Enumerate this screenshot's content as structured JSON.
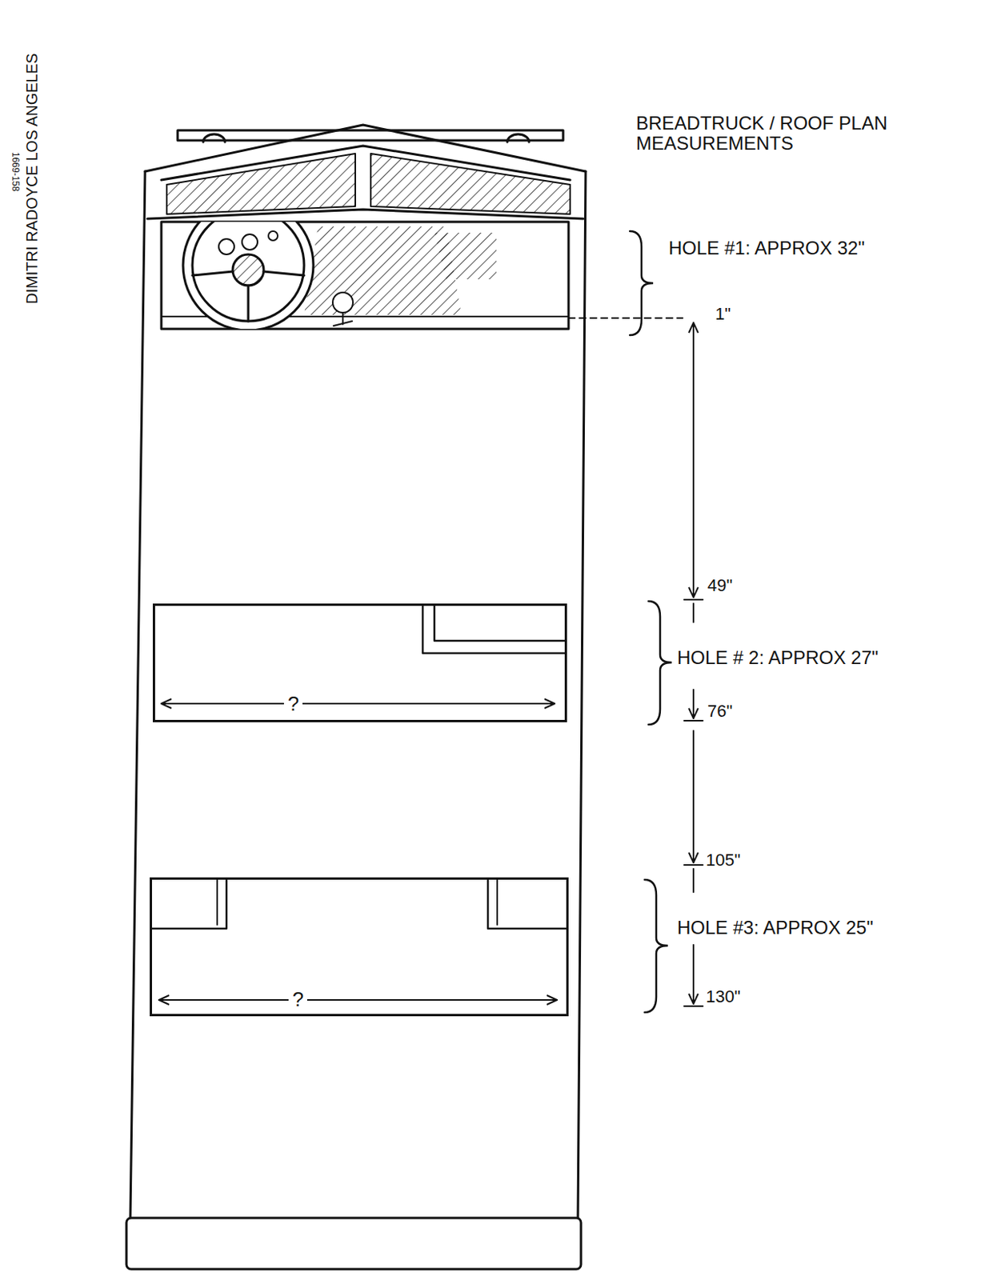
{
  "diagram": {
    "title": "BREADTRUCK / ROOF PLAN MEASUREMENTS",
    "nodes": [
      {
        "text": [
          "?"
        ]
      },
      {
        "text": [
          "?"
        ]
      }
    ],
    "edges": [],
    "labels": [
      "DIMITRI RADOYCE LOS ANGELES",
      "1669-158",
      "HOLE #1: APPROX 32\"",
      "1\"",
      "49\"",
      "HOLE # 2: APPROX 27\"",
      "76\"",
      "105\"",
      "HOLE #3: APPROX 25\"",
      "130\""
    ]
  }
}
